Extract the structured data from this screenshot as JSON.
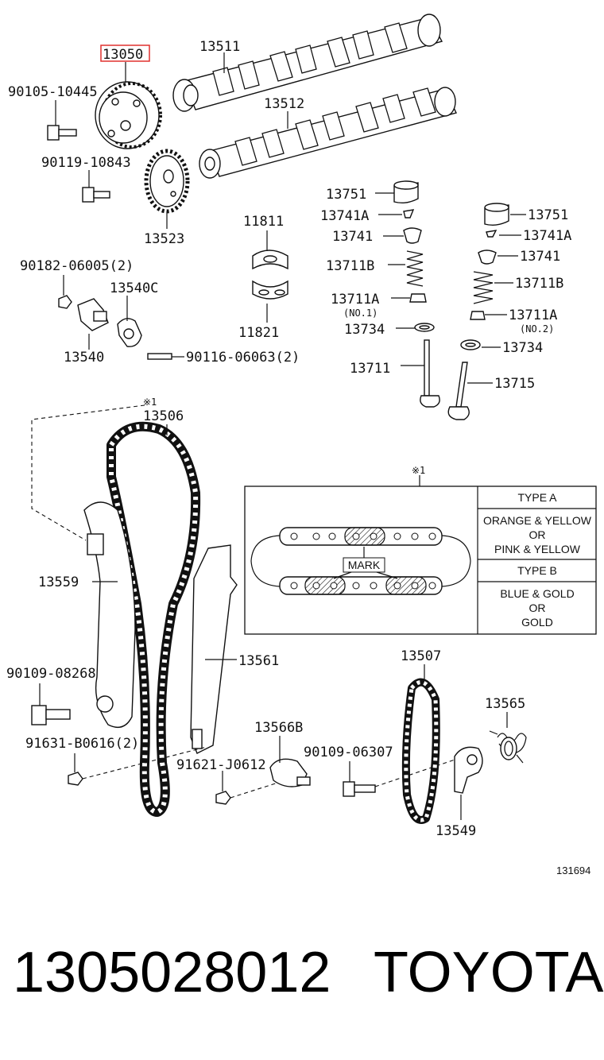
{
  "labels": {
    "p13050": "13050",
    "p13511": "13511",
    "p90105": "90105-10445",
    "p13512": "13512",
    "p90119": "90119-10843",
    "p13523": "13523",
    "p13751a": "13751",
    "p13741Aa": "13741A",
    "p13741a": "13741",
    "p13711Ba": "13711B",
    "p13711Aa": "13711A",
    "no1": "(NO.1)",
    "p13734a": "13734",
    "p13711": "13711",
    "p11811": "11811",
    "p11821": "11821",
    "p90182": "90182-06005(2)",
    "p13540C": "13540C",
    "p13540": "13540",
    "p90116": "90116-06063(2)",
    "p13751b": "13751",
    "p13741Ab": "13741A",
    "p13741b": "13741",
    "p13711Bb": "13711B",
    "p13711Ab": "13711A",
    "no2": "(NO.2)",
    "p13734b": "13734",
    "p13715": "13715",
    "note_mark": "※1",
    "p13506": "13506",
    "p13559": "13559",
    "p13561": "13561",
    "p90109a": "90109-08268",
    "p91631": "91631-B0616(2)",
    "p91621": "91621-J0612",
    "p13566B": "13566B",
    "p90109b": "90109-06307",
    "p13507": "13507",
    "p13565": "13565",
    "p13549": "13549",
    "ref_no": "131694"
  },
  "table": {
    "note": "※1",
    "mark": "MARK",
    "type_a": "TYPE A",
    "type_a_l1": "ORANGE & YELLOW",
    "type_a_l2": "OR",
    "type_a_l3": "PINK & YELLOW",
    "type_b": "TYPE B",
    "type_b_l1": "BLUE & GOLD",
    "type_b_l2": "OR",
    "type_b_l3": "GOLD"
  },
  "footer": {
    "part_number": "1305028012",
    "brand": "TOYOTA"
  },
  "colors": {
    "highlight": "#e0302e",
    "ink": "#111111"
  }
}
